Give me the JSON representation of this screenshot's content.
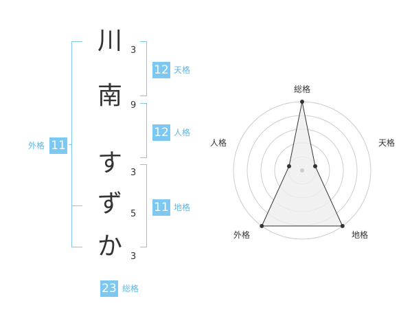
{
  "name_chars": [
    {
      "char": "川",
      "strokes": "3"
    },
    {
      "char": "南",
      "strokes": "9"
    },
    {
      "char": "す",
      "strokes": "3"
    },
    {
      "char": "ず",
      "strokes": "5"
    },
    {
      "char": "か",
      "strokes": "3"
    }
  ],
  "fortunes": {
    "tenkaku": {
      "value": "12",
      "label": "天格"
    },
    "jinkaku": {
      "value": "12",
      "label": "人格"
    },
    "chikaku": {
      "value": "11",
      "label": "地格"
    },
    "gaikaku": {
      "value": "11",
      "label": "外格"
    },
    "soukaku": {
      "value": "23",
      "label": "総格"
    }
  },
  "radar": {
    "axes": [
      "総格",
      "天格",
      "地格",
      "外格",
      "人格"
    ],
    "levels": 5,
    "values": [
      5,
      1,
      5,
      5,
      1
    ],
    "max": 5,
    "fill_color": "#eeeeee",
    "line_color": "#333333",
    "ring_color": "#cccccc"
  },
  "colors": {
    "accent": "#7cc8f0",
    "accent_text": "#5eb8e6",
    "text": "#333333"
  }
}
